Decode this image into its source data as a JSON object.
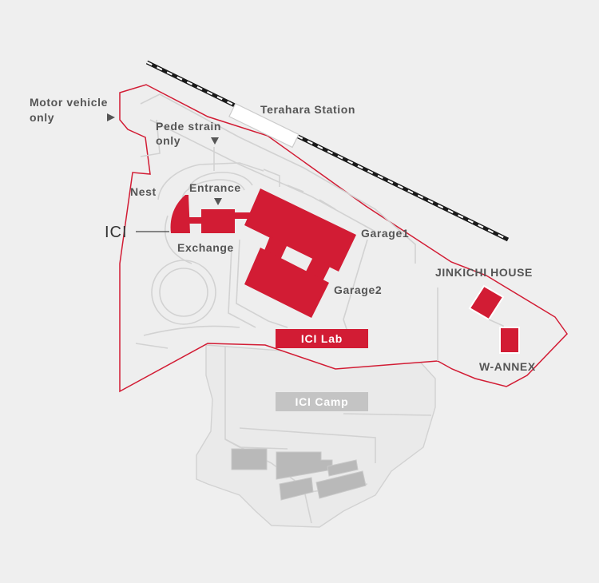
{
  "colors": {
    "accent_red": "#d21c34",
    "background": "#efefef",
    "label_grey": "#555555",
    "camp_grey": "#c4c4c4"
  },
  "labels": {
    "station": "Terahara Station",
    "motor_line1": "Motor vehicle",
    "motor_line2": "only",
    "pede_line1": "Pede strain",
    "pede_line2": "only",
    "nest": "Nest",
    "entrance": "Entrance",
    "ici": "ICI",
    "exchange": "Exchange",
    "garage1": "Garage1",
    "garage2": "Garage2",
    "ici_lab": "ICI Lab",
    "jinkichi": "JINKICHI HOUSE",
    "w_annex": "W-ANNEX",
    "ici_camp": "ICI Camp"
  },
  "icons": {
    "arrow_right": "arrow-right-icon",
    "arrow_down": "arrow-down-icon"
  }
}
